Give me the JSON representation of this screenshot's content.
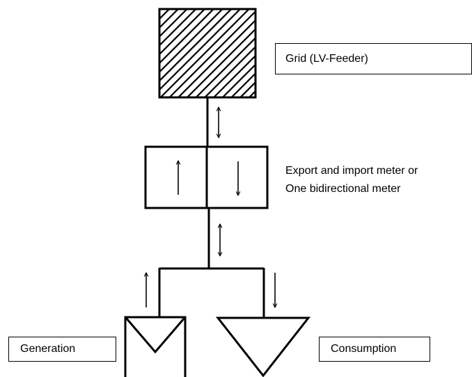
{
  "grid": {
    "label": "Grid (LV-Feeder)"
  },
  "meter": {
    "line1": "Export and import meter or",
    "line2": "One bidirectional meter"
  },
  "generation": {
    "label": "Generation"
  },
  "consumption": {
    "label": "Consumption"
  },
  "colors": {
    "stroke": "#000000",
    "background": "#ffffff"
  }
}
